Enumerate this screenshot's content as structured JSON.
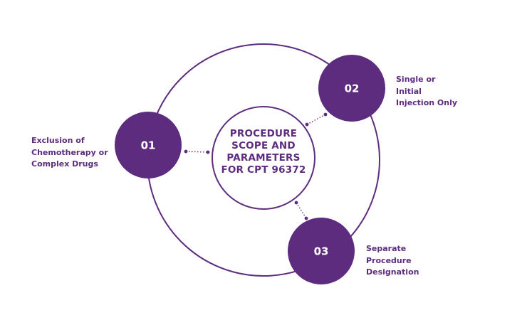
{
  "colors": {
    "primary": "#5e2c7e",
    "node_fill": "#5e2c7e",
    "node_text": "#ffffff",
    "background": "#ffffff"
  },
  "center": {
    "lines": [
      "PROCEDURE",
      "SCOPE AND",
      "PARAMETERS",
      "FOR CPT 96372"
    ]
  },
  "nodes": [
    {
      "number": "01",
      "lines": [
        "Exclusion of",
        "Chemotherapy or",
        "Complex Drugs"
      ]
    },
    {
      "number": "02",
      "lines": [
        "Single or",
        "Initial",
        "Injection Only"
      ]
    },
    {
      "number": "03",
      "lines": [
        "Separate",
        "Procedure",
        "Designation"
      ]
    }
  ]
}
